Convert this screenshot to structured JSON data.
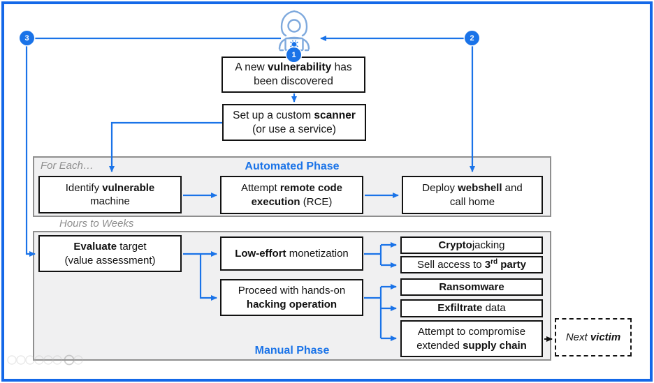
{
  "colors": {
    "accent": "#1a73e8",
    "frame": "#1468e8",
    "panel_bg": "#f0f0f1"
  },
  "badges": {
    "b1": "1",
    "b2": "2",
    "b3": "3"
  },
  "labels": {
    "for_each": "For Each…",
    "automated_phase": "Automated Phase",
    "hours_to_weeks": "Hours to Weeks",
    "manual_phase": "Manual Phase"
  },
  "icons": {
    "hacker": "hooded-hacker-with-laptop",
    "bug": "malware-bug",
    "watermark": "faded-player-control-circles"
  },
  "nodes": {
    "vulnerability": [
      {
        "t": "A new "
      },
      {
        "t": "vulnerability",
        "b": true
      },
      {
        "t": " has"
      },
      {
        "br": true
      },
      {
        "t": "been discovered"
      }
    ],
    "scanner": [
      {
        "t": "Set up a custom "
      },
      {
        "t": "scanner",
        "b": true
      },
      {
        "br": true
      },
      {
        "t": "(or use a service)"
      }
    ],
    "identify": [
      {
        "t": "Identify "
      },
      {
        "t": "vulnerable",
        "b": true
      },
      {
        "br": true
      },
      {
        "t": "machine"
      }
    ],
    "rce": [
      {
        "t": "Attempt "
      },
      {
        "t": "remote code",
        "b": true
      },
      {
        "br": true
      },
      {
        "t": "execution",
        "b": true
      },
      {
        "t": " (RCE)"
      }
    ],
    "deploy": [
      {
        "t": "Deploy "
      },
      {
        "t": "webshell",
        "b": true
      },
      {
        "t": " and"
      },
      {
        "br": true
      },
      {
        "t": "call home"
      }
    ],
    "evaluate": [
      {
        "t": "Evaluate",
        "b": true
      },
      {
        "t": " target"
      },
      {
        "br": true
      },
      {
        "t": "(value assessment)"
      }
    ],
    "low_effort": [
      {
        "t": "Low-effort",
        "b": true
      },
      {
        "t": " monetization"
      }
    ],
    "proceed": [
      {
        "t": "Proceed with hands-on"
      },
      {
        "br": true
      },
      {
        "t": "hacking operation",
        "b": true
      }
    ],
    "cryptojacking": [
      {
        "t": "Crypto",
        "b": true
      },
      {
        "t": "jacking"
      }
    ],
    "sell_access": [
      {
        "t": "Sell access to "
      },
      {
        "t": "3",
        "b": true
      },
      {
        "t": "rd",
        "b": true,
        "sup": true
      },
      {
        "t": " party",
        "b": true
      }
    ],
    "ransomware": [
      {
        "t": "Ransomware",
        "b": true
      }
    ],
    "exfiltrate": [
      {
        "t": "Exfiltrate",
        "b": true
      },
      {
        "t": " data"
      }
    ],
    "supply_chain": [
      {
        "t": "Attempt to compromise"
      },
      {
        "br": true
      },
      {
        "t": "extended "
      },
      {
        "t": "supply chain",
        "b": true
      }
    ],
    "next_victim": [
      {
        "t": "Next ",
        "i": true
      },
      {
        "t": "victim",
        "b": true,
        "i": true
      }
    ]
  }
}
